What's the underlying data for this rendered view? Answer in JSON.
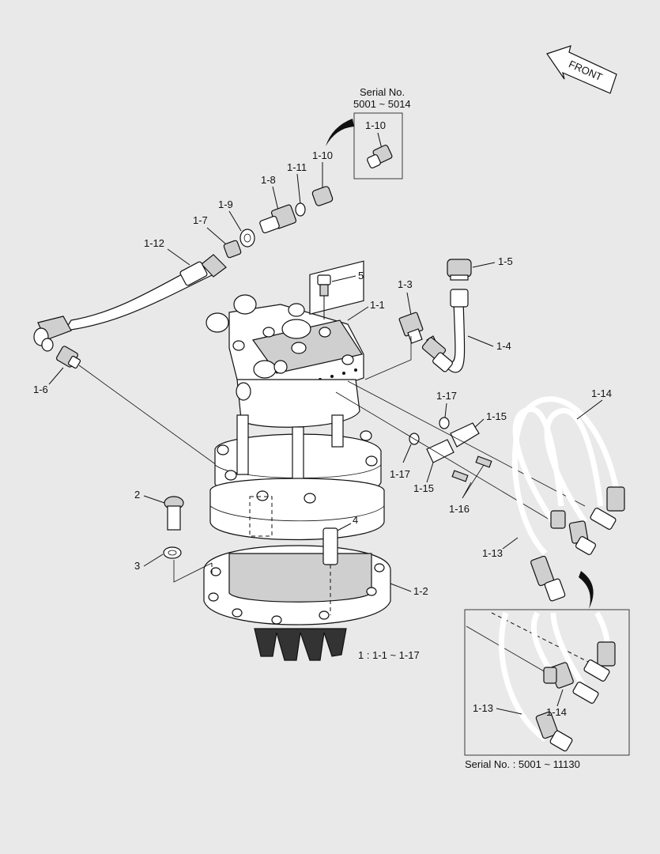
{
  "labels": {
    "front": "FRONT",
    "serial_top_title": "Serial No.",
    "serial_top_range": "5001 ~ 5014",
    "serial_bottom": "Serial No. : 5001 ~ 11130",
    "assembly_note": "1 : 1-1 ~ 1-17",
    "p1_1": "1-1",
    "p1_2": "1-2",
    "p1_3": "1-3",
    "p1_4": "1-4",
    "p1_5": "1-5",
    "p1_6": "1-6",
    "p1_7": "1-7",
    "p1_8": "1-8",
    "p1_9": "1-9",
    "p1_10": "1-10",
    "p1_10_inset": "1-10",
    "p1_11": "1-11",
    "p1_12": "1-12",
    "p1_13": "1-13",
    "p1_13_inset": "1-13",
    "p1_14": "1-14",
    "p1_14_inset": "1-14",
    "p1_15a": "1-15",
    "p1_15b": "1-15",
    "p1_16": "1-16",
    "p1_17a": "1-17",
    "p1_17b": "1-17",
    "p2": "2",
    "p3": "3",
    "p4": "4",
    "p5": "5"
  }
}
